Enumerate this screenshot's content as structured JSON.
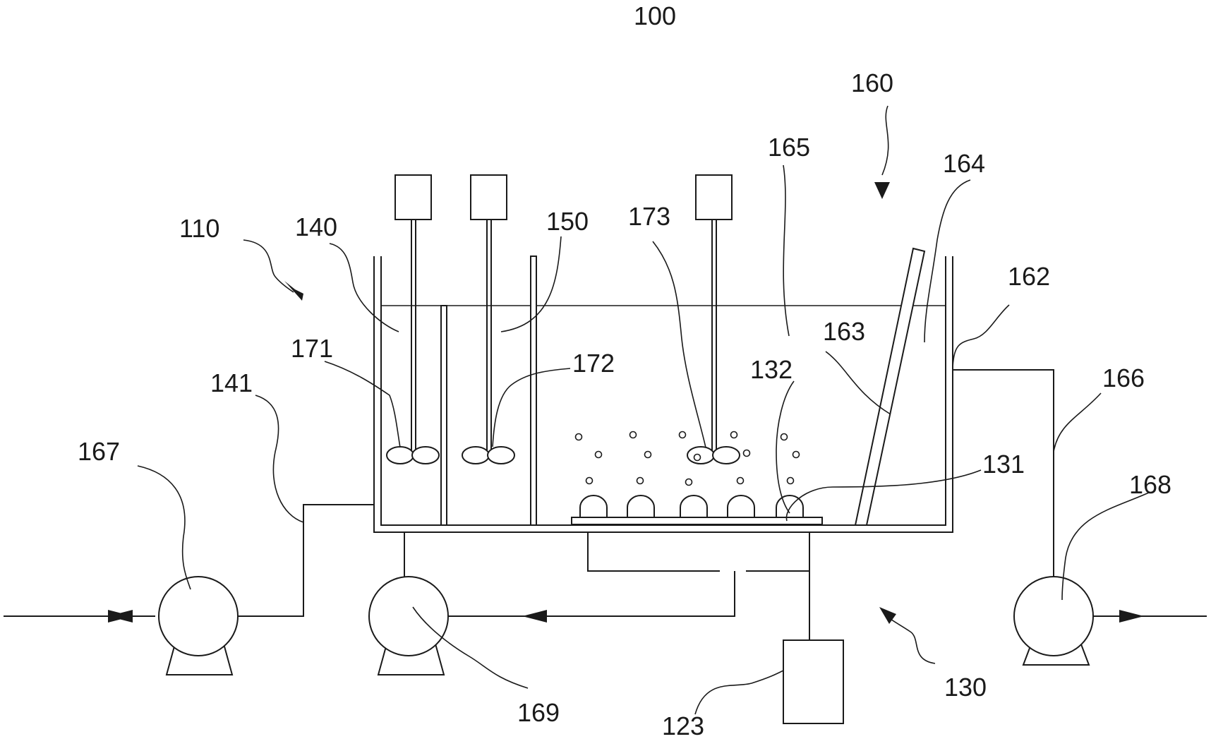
{
  "labels": {
    "l100": "100",
    "l110": "110",
    "l123": "123",
    "l130": "130",
    "l131": "131",
    "l132": "132",
    "l140": "140",
    "l141": "141",
    "l150": "150",
    "l160": "160",
    "l162": "162",
    "l163": "163",
    "l164": "164",
    "l165": "165",
    "l166": "166",
    "l167": "167",
    "l168": "168",
    "l169": "169",
    "l171": "171",
    "l172": "172",
    "l173": "173"
  }
}
